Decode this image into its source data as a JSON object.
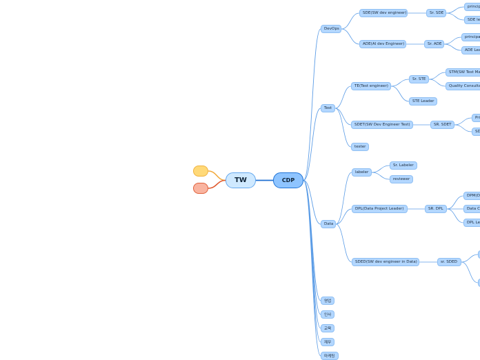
{
  "root": {
    "label": "TW"
  },
  "center": {
    "label": "CDP"
  },
  "extras": [
    {
      "color": "#ffd978",
      "border": "#f0b340"
    },
    {
      "color": "#f9b4a0",
      "border": "#e0603a"
    }
  ],
  "colors": {
    "branch": "#5b9ce6",
    "center_link": "#1f6fd1",
    "yellow_link": "#f2a93b",
    "red_link": "#e05a2f"
  },
  "branches": {
    "devops": {
      "label": "DevOps",
      "sde": {
        "label": "SDE(SW dev engineer)",
        "senior": "Sr. SDE",
        "children": [
          "principal",
          "SDE lea"
        ]
      },
      "ade": {
        "label": "ADE(AI dev Engineer)",
        "senior": "Sr. ADE",
        "children": [
          "principal",
          "ADE Lea"
        ]
      }
    },
    "test": {
      "label": "Test",
      "te": {
        "label": "TE(Test engineer)",
        "senior": "Sr. STE",
        "children": [
          "STM(SW Test Ma",
          "Quality Consulta"
        ],
        "leader": "STE Leader"
      },
      "sdet": {
        "label": "SDET(SW Dev Engineer Test)",
        "senior": "SR. SDET",
        "children": [
          "Pri",
          "SD"
        ]
      },
      "tester": "tester"
    },
    "data": {
      "label": "Data",
      "labeler": {
        "label": "labeler",
        "children": [
          "Sr. Labeler",
          "reviewer"
        ]
      },
      "dpl": {
        "label": "DPL(Data Project Leader)",
        "senior": "SR. DPL",
        "children": [
          "DPM(D",
          "Data C",
          "DPL Le"
        ]
      },
      "sded": {
        "label": "SDED(SW dev engineer in Data)",
        "senior": "sr. SDED"
      }
    },
    "others": [
      "영업",
      "인사",
      "교육",
      "재무",
      "마케팅"
    ]
  }
}
